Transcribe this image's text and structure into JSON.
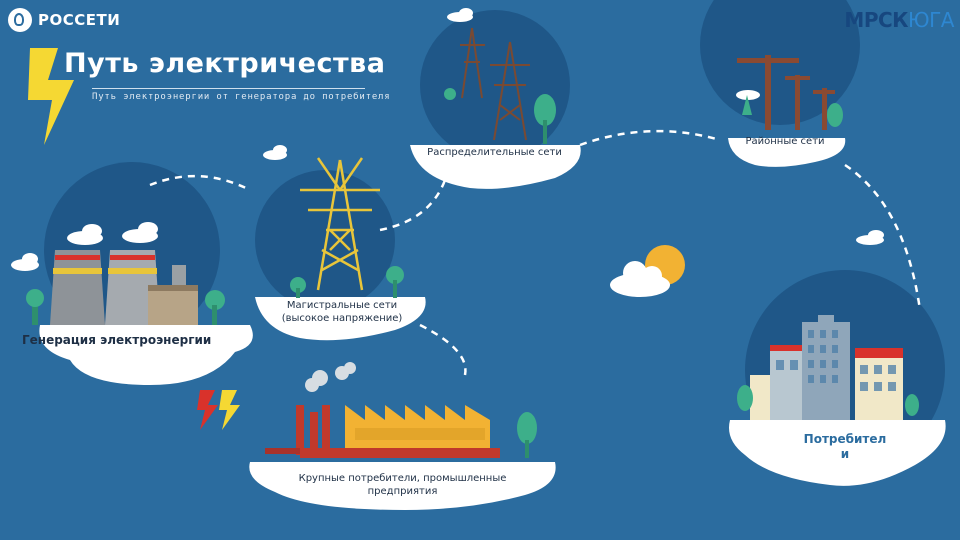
{
  "brand": {
    "left": "РОССЕТИ",
    "right_a": "МРСК",
    "right_b": "ЮГА"
  },
  "header": {
    "title": "Путь электричества",
    "subtitle": "Путь электроэнергии от генератора до потребителя"
  },
  "stages": {
    "generation": "Генерация электроэнергии",
    "trunk_line1": "Магистральные сети",
    "trunk_line2": "(высокое напряжение)",
    "distribution": "Распределительные сети",
    "district": "Районные сети",
    "industry_line1": "Крупные потребители, промышленные",
    "industry_line2": "предприятия",
    "consumers_line1": "Потребител",
    "consumers_line2": "и"
  },
  "colors": {
    "background": "#2b6c9f",
    "circle": "#1f5788",
    "island": "#ffffff",
    "tower_yellow": "#e8c53a",
    "tower_brown": "#7a4a32",
    "factory": "#f2b233",
    "chimney": "#c0392b",
    "tree": "#3daf8a",
    "sun": "#f2b233",
    "bolt_yellow": "#f5d833",
    "bolt_red": "#d9322b"
  },
  "icons": [
    "lightning-icon",
    "cloud-icon",
    "sun-icon",
    "tree-icon",
    "power-tower-icon",
    "factory-icon",
    "building-icon"
  ]
}
